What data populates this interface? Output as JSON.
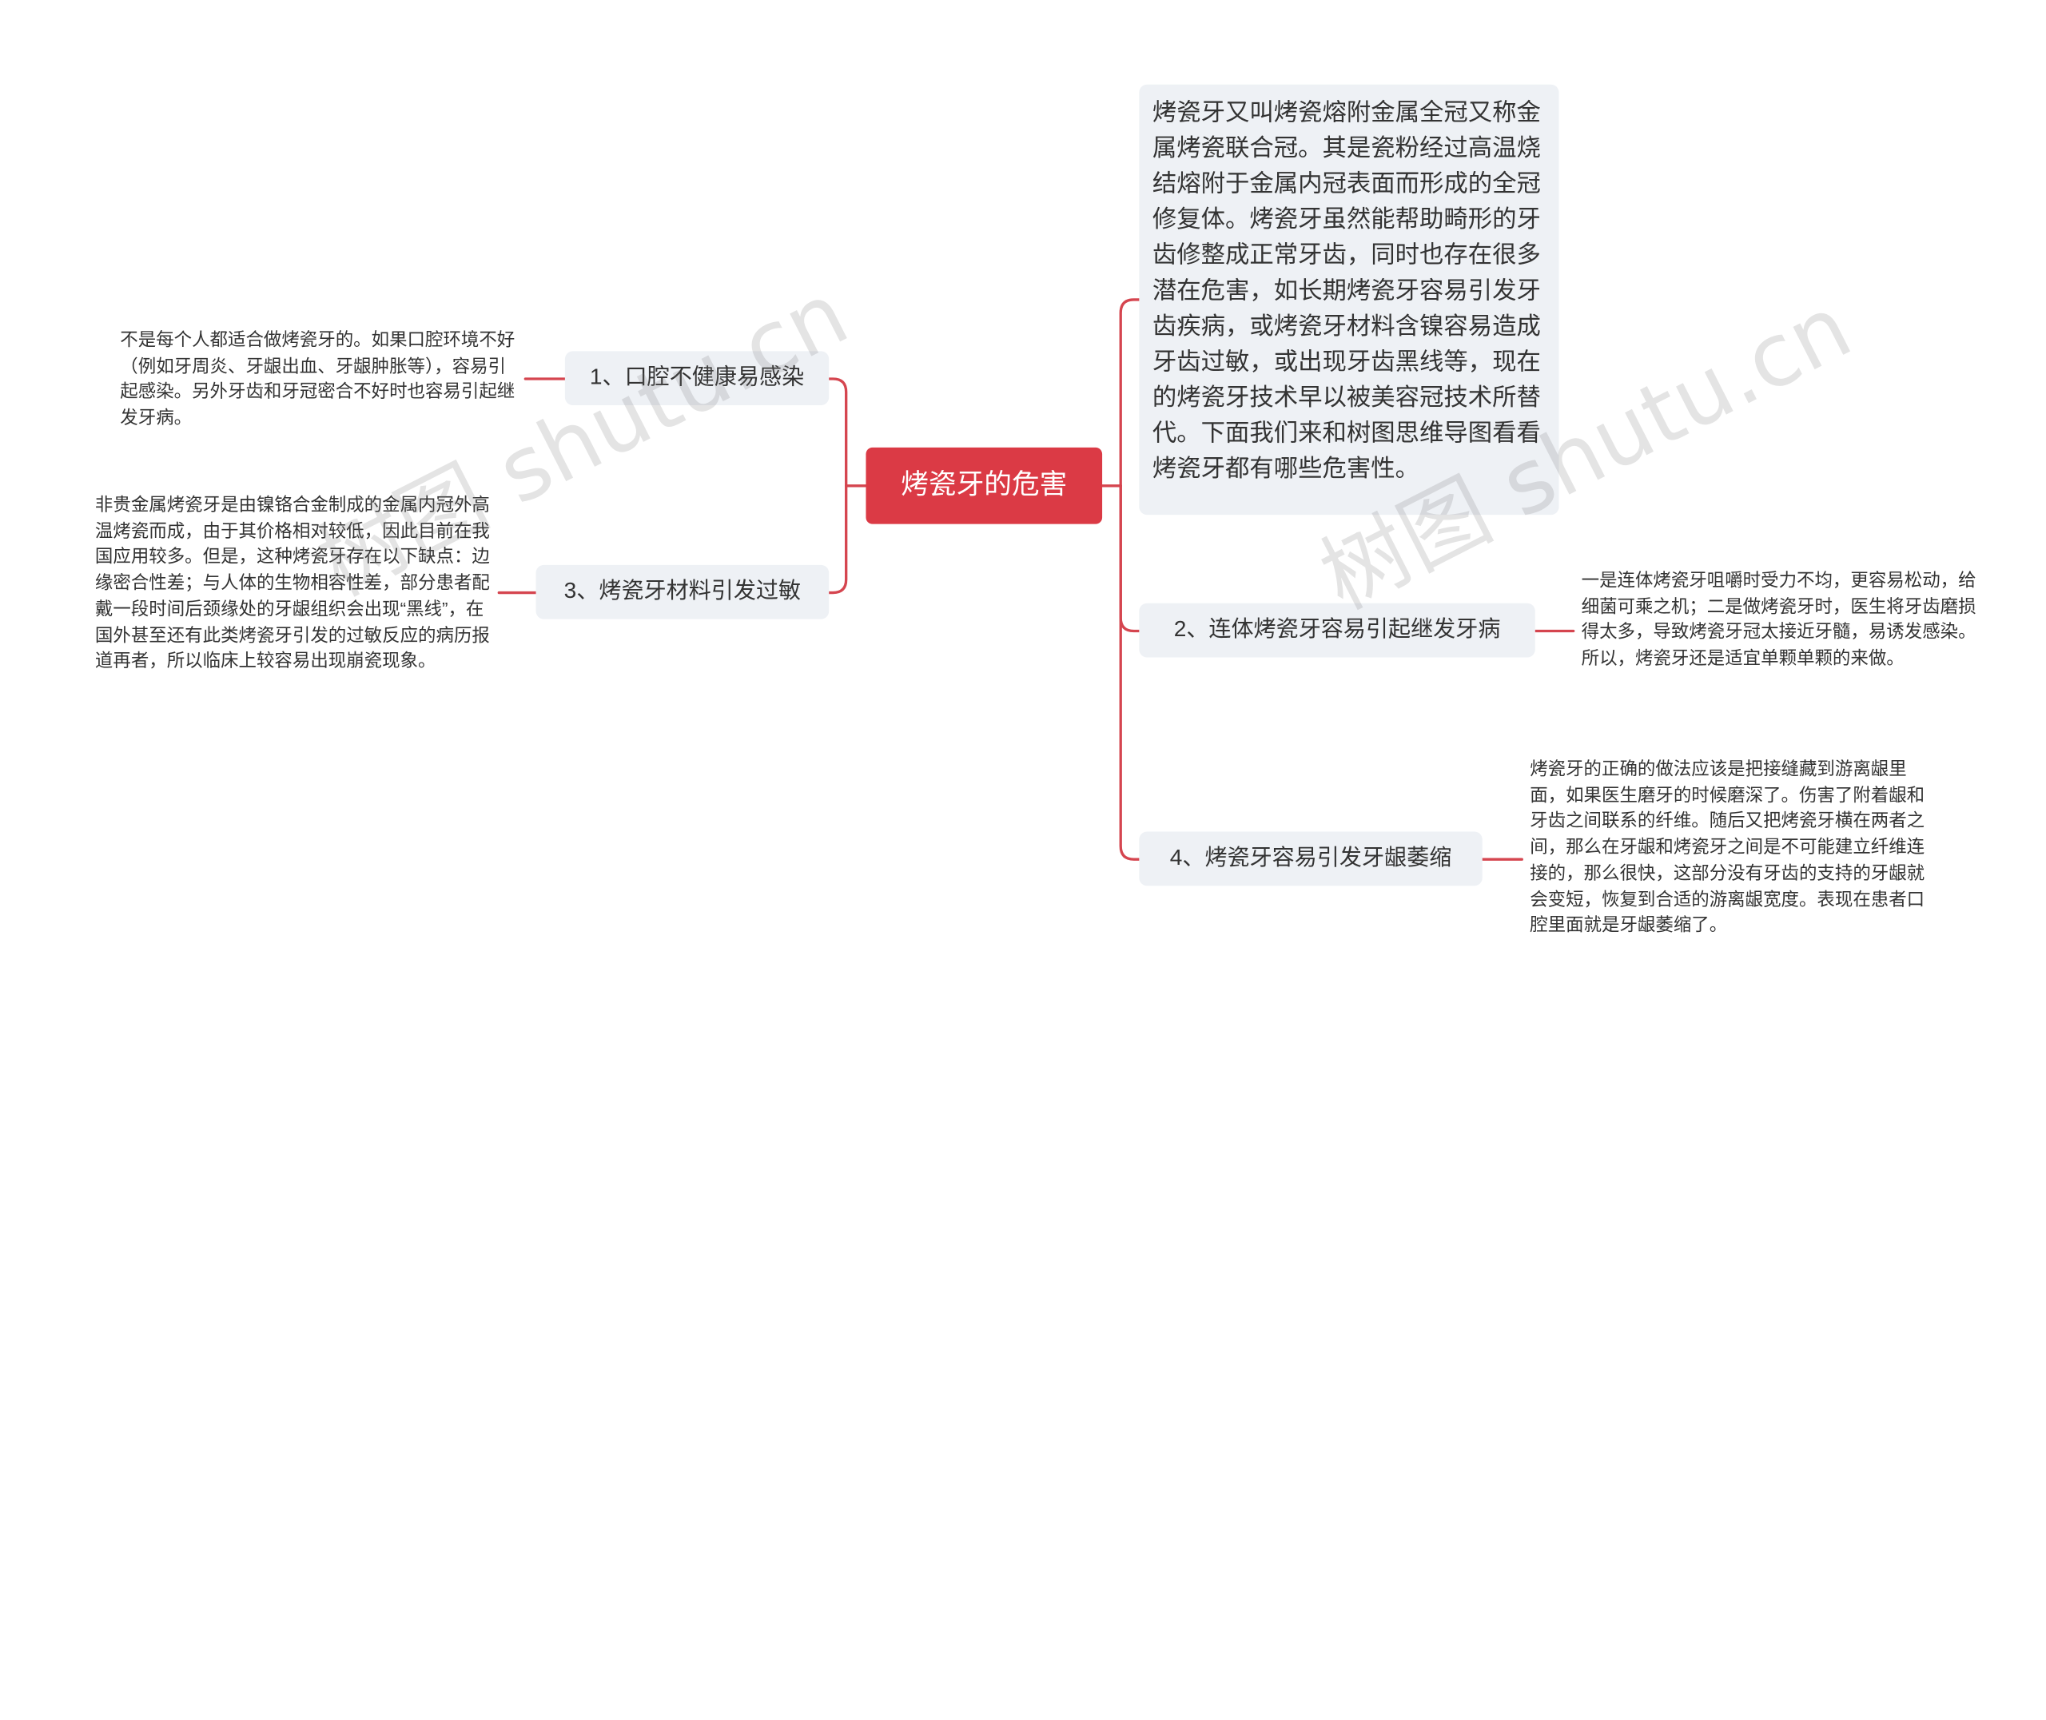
{
  "root": {
    "label": "烤瓷牙的危害"
  },
  "intro": {
    "text": "烤瓷牙又叫烤瓷熔附金属全冠又称金属烤瓷联合冠。其是瓷粉经过高温烧结熔附于金属内冠表面而形成的全冠修复体。烤瓷牙虽然能帮助畸形的牙齿修整成正常牙齿，同时也存在很多潜在危害，如长期烤瓷牙容易引发牙齿疾病，或烤瓷牙材料含镍容易造成牙齿过敏，或出现牙齿黑线等，现在的烤瓷牙技术早以被美容冠技术所替代。下面我们来和树图思维导图看看烤瓷牙都有哪些危害性。"
  },
  "branches": [
    {
      "label": "1、口腔不健康易感染",
      "detail": "不是每个人都适合做烤瓷牙的。如果口腔环境不好（例如牙周炎、牙龈出血、牙龈肿胀等），容易引起感染。另外牙齿和牙冠密合不好时也容易引起继发牙病。"
    },
    {
      "label": "2、连体烤瓷牙容易引起继发牙病",
      "detail": "一是连体烤瓷牙咀嚼时受力不均，更容易松动，给细菌可乘之机；二是做烤瓷牙时，医生将牙齿磨损得太多，导致烤瓷牙冠太接近牙髓，易诱发感染。所以，烤瓷牙还是适宜单颗单颗的来做。"
    },
    {
      "label": "3、烤瓷牙材料引发过敏",
      "detail": "非贵金属烤瓷牙是由镍铬合金制成的金属内冠外高温烤瓷而成，由于其价格相对较低，因此目前在我国应用较多。但是，这种烤瓷牙存在以下缺点：边缘密合性差；与人体的生物相容性差，部分患者配戴一段时间后颈缘处的牙龈组织会出现“黑线”，在国外甚至还有此类烤瓷牙引发的过敏反应的病历报道再者，所以临床上较容易出现崩瓷现象。"
    },
    {
      "label": "4、烤瓷牙容易引发牙龈萎缩",
      "detail": "烤瓷牙的正确的做法应该是把接缝藏到游离龈里面，如果医生磨牙的时候磨深了。伤害了附着龈和牙齿之间联系的纤维。随后又把烤瓷牙横在两者之间，那么在牙龈和烤瓷牙之间是不可能建立纤维连接的，那么很快，这部分没有牙齿的支持的牙龈就会变短，恢复到合适的游离龈宽度。表现在患者口腔里面就是牙龈萎缩了。"
    }
  ],
  "watermark": {
    "text": "树图 shutu.cn"
  },
  "colors": {
    "accent": "#db3a45",
    "node_bg": "#eef1f5",
    "text": "#333333"
  }
}
